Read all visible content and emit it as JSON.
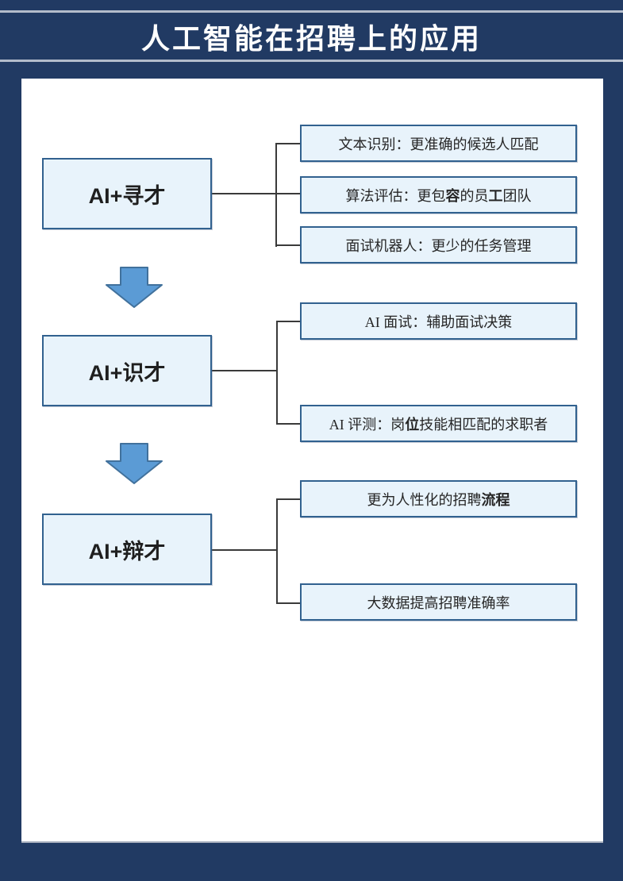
{
  "title": "人工智能在招聘上的应用",
  "colors": {
    "background_navy": "#213a63",
    "panel_white": "#ffffff",
    "box_fill": "#e8f3fb",
    "box_border": "#31618f",
    "arrow_fill": "#5b9bd5",
    "arrow_border": "#41719c",
    "connector_line": "#3a3a3a",
    "title_text": "#ffffff",
    "rule_line": "#b3bccb"
  },
  "flow": {
    "stages": [
      {
        "label": "AI+寻才",
        "children": [
          {
            "text": "文本识别：更准确的候选人匹配",
            "segments": [
              {
                "t": "文本识别：更准确的候选人匹配",
                "b": false
              }
            ]
          },
          {
            "text": "算法评估：更包容的员工团队",
            "segments": [
              {
                "t": "算法评估：更包",
                "b": false
              },
              {
                "t": "容",
                "b": true
              },
              {
                "t": "的员",
                "b": false
              },
              {
                "t": "工",
                "b": true
              },
              {
                "t": "团队",
                "b": false
              }
            ]
          },
          {
            "text": "面试机器人：更少的任务管理",
            "segments": [
              {
                "t": "面试机器人：更少的任务管理",
                "b": false
              }
            ]
          }
        ]
      },
      {
        "label": "AI+识才",
        "children": [
          {
            "text": "AI 面试：辅助面试决策",
            "segments": [
              {
                "t": "AI 面试：辅助面试决策",
                "b": false
              }
            ]
          },
          {
            "text": "AI 评测：岗位技能相匹配的求职者",
            "segments": [
              {
                "t": "AI 评测：岗",
                "b": false
              },
              {
                "t": "位",
                "b": true
              },
              {
                "t": "技能相匹配的求职者",
                "b": false
              }
            ]
          }
        ]
      },
      {
        "label": "AI+辩才",
        "children": [
          {
            "text": "更为人性化的招聘流程",
            "segments": [
              {
                "t": "更为人性化的招聘",
                "b": false
              },
              {
                "t": "流程",
                "b": true
              }
            ]
          },
          {
            "text": "大数据提高招聘准确率",
            "segments": [
              {
                "t": "大数据提高招聘准确率",
                "b": false
              }
            ]
          }
        ]
      }
    ],
    "arrow_icon": "down-arrow"
  }
}
